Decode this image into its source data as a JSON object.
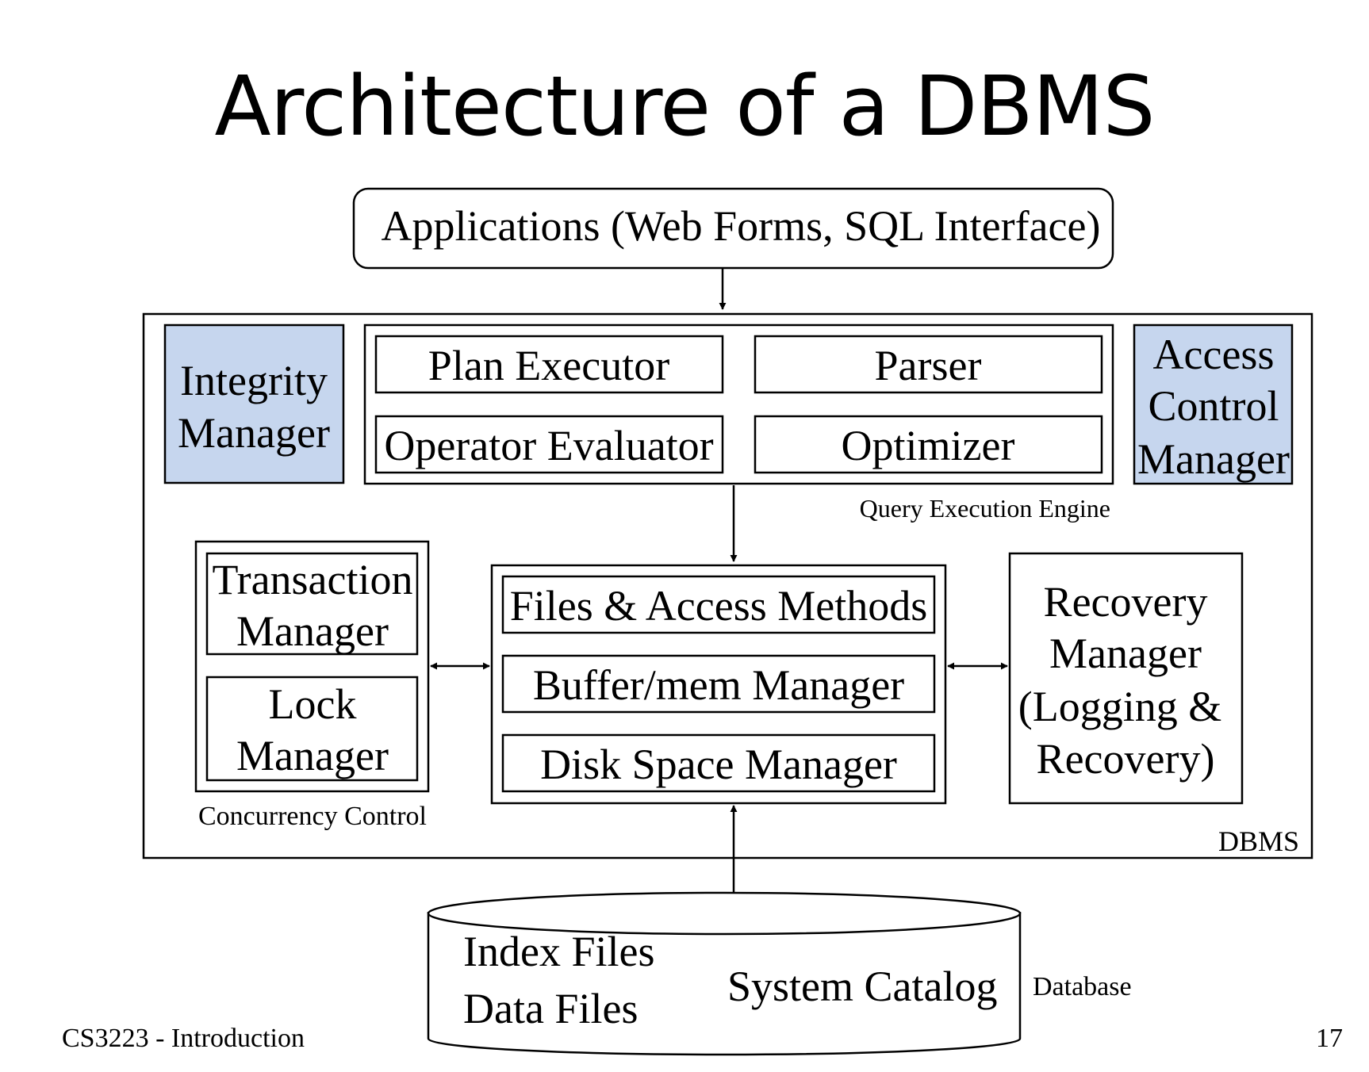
{
  "slide": {
    "title": "Architecture of a DBMS",
    "footer_left": "CS3223 - Introduction",
    "page_number": "17"
  },
  "diagram": {
    "applications": "Applications (Web Forms, SQL Interface)",
    "integrity_manager": [
      "Integrity",
      "Manager"
    ],
    "plan_executor": "Plan Executor",
    "parser": "Parser",
    "operator_evaluator": "Operator Evaluator",
    "optimizer": "Optimizer",
    "access_control_manager": [
      "Access",
      "Control",
      "Manager"
    ],
    "query_execution_engine": "Query Execution Engine",
    "transaction_manager": [
      "Transaction",
      "Manager"
    ],
    "lock_manager": [
      "Lock",
      "Manager"
    ],
    "concurrency_control": "Concurrency Control",
    "files_access_methods": "Files & Access Methods",
    "buffer_manager": "Buffer/mem Manager",
    "disk_space_manager": "Disk Space Manager",
    "recovery_manager": [
      "Recovery",
      "Manager",
      "(Logging &",
      "Recovery)"
    ],
    "dbms": "DBMS",
    "index_files": "Index Files",
    "data_files": "Data Files",
    "system_catalog": "System Catalog",
    "database": "Database"
  },
  "colors": {
    "highlight_box": "#c6d6ee"
  }
}
